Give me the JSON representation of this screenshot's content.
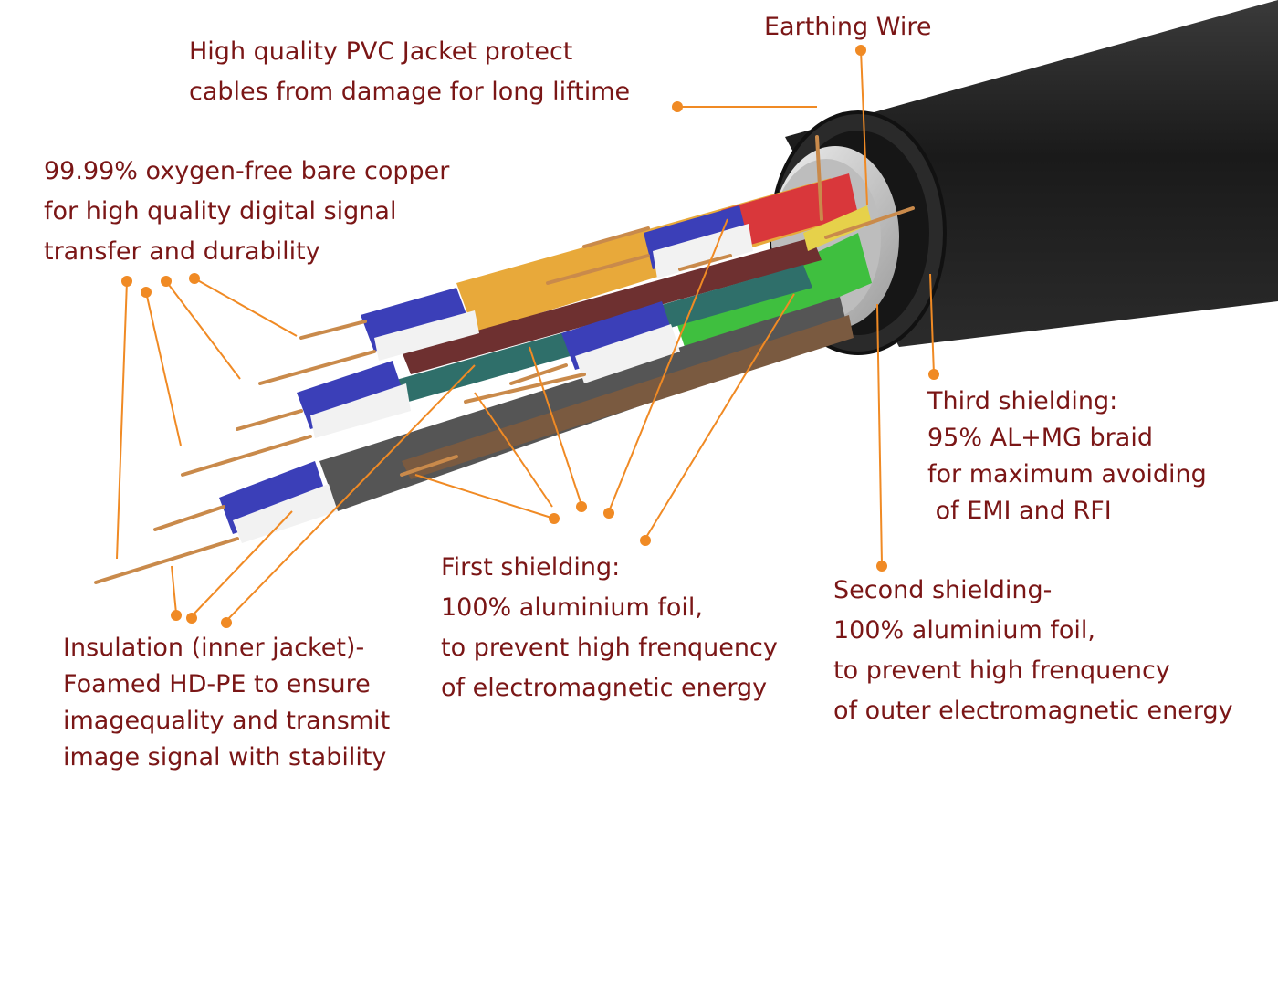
{
  "diagram": {
    "colors": {
      "label_text": "#7a1616",
      "leader_line": "#f08a24",
      "outer_jacket": "#1e1e1e",
      "foil": "#cfcfcf",
      "copper": "#c98a4b",
      "pair_red": "#d9373b",
      "pair_yellow": "#e8a93a",
      "pair_green": "#3fbf3f",
      "pair_blue": "#3b3fb8",
      "pair_brown": "#7a5a40",
      "pair_gray": "#555555",
      "insulation_white": "#f2f2f2"
    },
    "labels": {
      "jacket": [
        "High quality PVC Jacket protect",
        "cables from damage for long liftime"
      ],
      "earthing": [
        "Earthing Wire"
      ],
      "copper": [
        "99.99% oxygen-free bare copper",
        "for high quality digital signal",
        "transfer and durability"
      ],
      "third_shielding": [
        "Third shielding:",
        "95% AL+MG braid",
        "for maximum avoiding",
        " of EMI and RFI"
      ],
      "first_shielding": [
        "First shielding:",
        "100% aluminium foil,",
        "to prevent high frenquency",
        "of electromagnetic energy"
      ],
      "second_shielding": [
        "Second shielding-",
        "100% aluminium foil,",
        "to prevent high frenquency",
        "of outer electromagnetic energy"
      ],
      "insulation": [
        "Insulation (inner jacket)-",
        "Foamed HD-PE to ensure",
        "imagequality and transmit",
        "image signal with stability"
      ]
    }
  }
}
